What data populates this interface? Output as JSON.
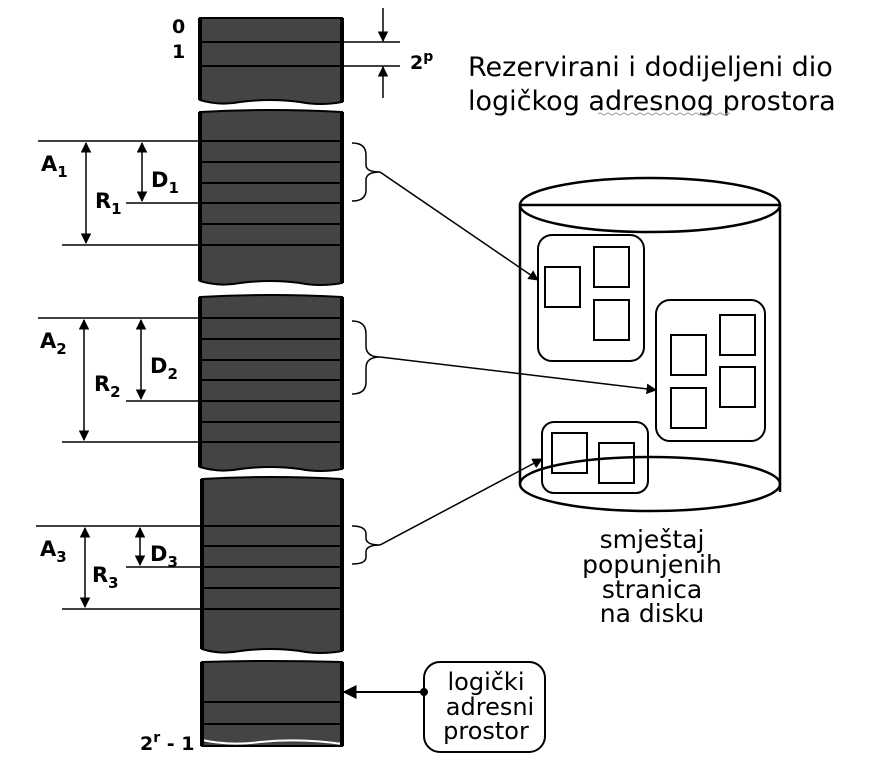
{
  "title": {
    "line1": "Rezervirani i dodijeljeni dio",
    "line2": "logičkog adresnog prostora"
  },
  "address_labels": {
    "zero": "0",
    "one": "1",
    "page_size_base": "2",
    "page_size_exp": "p",
    "last_base": "2",
    "last_exp": "r",
    "last_suffix": " - 1"
  },
  "segments": [
    {
      "A": "A",
      "R": "R",
      "D": "D",
      "index": "1"
    },
    {
      "A": "A",
      "R": "R",
      "D": "D",
      "index": "2"
    },
    {
      "A": "A",
      "R": "R",
      "D": "D",
      "index": "3"
    }
  ],
  "disk_caption": [
    "smještaj",
    "popunjenih",
    "stranica",
    "na disku"
  ],
  "logical_box": [
    "logički",
    "adresni",
    "prostor"
  ],
  "colors": {
    "block_fill": "#444444",
    "stroke": "#000000",
    "background": "#ffffff"
  }
}
